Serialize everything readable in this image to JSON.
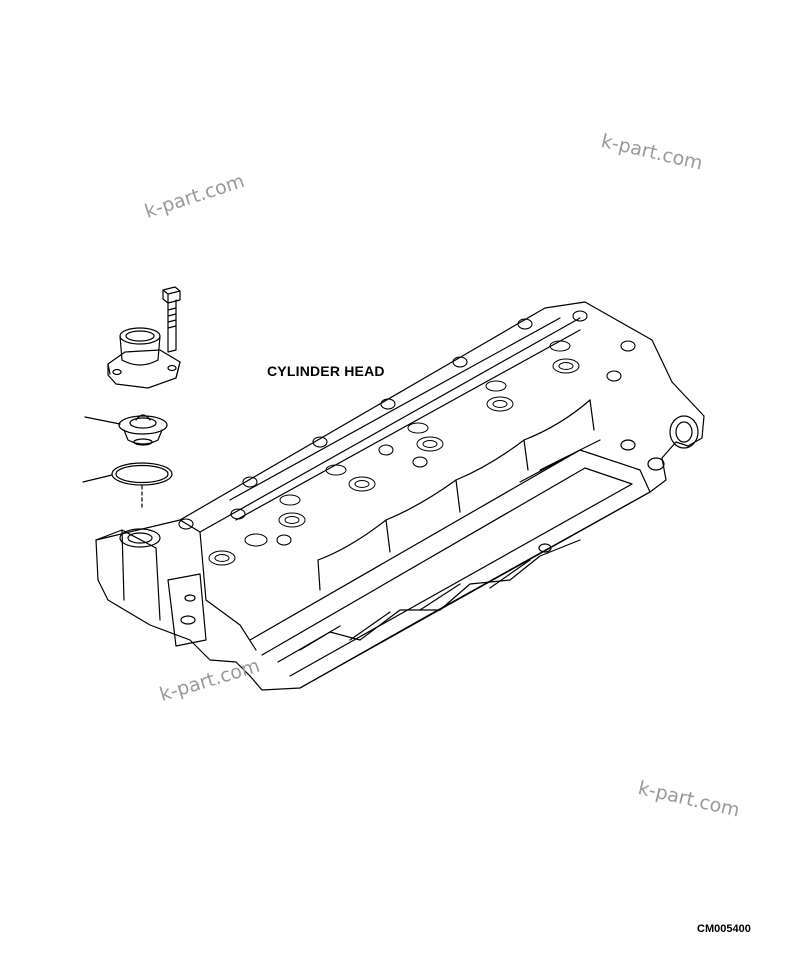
{
  "diagram": {
    "title": "CYLINDER HEAD",
    "figure_code": "CM005400"
  },
  "watermarks": [
    "k-part.com",
    "k-part.com",
    "k-part.com",
    "k-part.com"
  ],
  "parts": [
    {
      "name": "bolt"
    },
    {
      "name": "thermostat-housing"
    },
    {
      "name": "thermostat"
    },
    {
      "name": "o-ring"
    },
    {
      "name": "cylinder-head"
    }
  ]
}
